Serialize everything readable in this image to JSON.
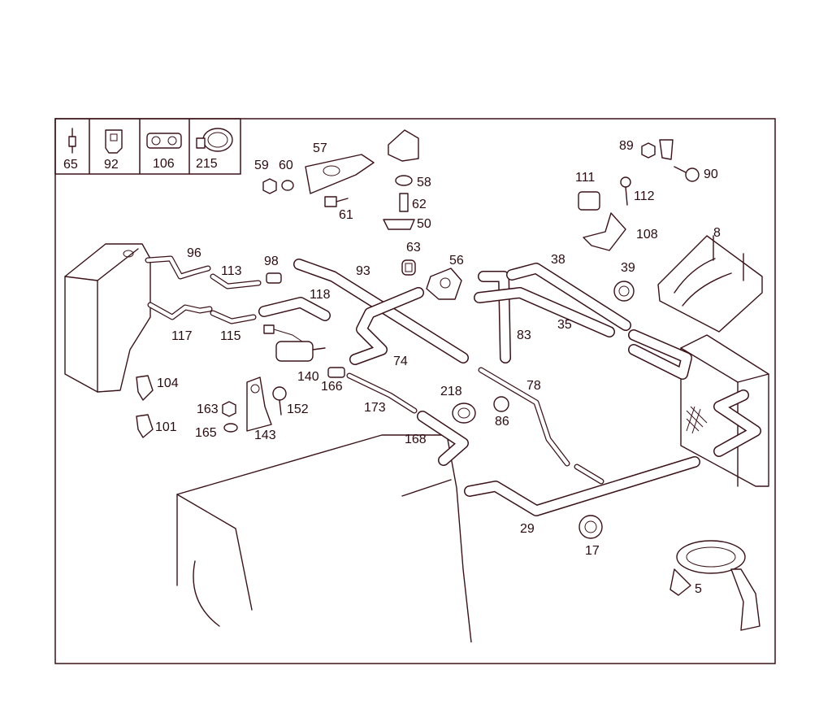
{
  "diagram": {
    "accent_color": "#3a1218",
    "legend": [
      {
        "id": "65",
        "label": "65"
      },
      {
        "id": "92",
        "label": "92"
      },
      {
        "id": "106",
        "label": "106"
      },
      {
        "id": "215",
        "label": "215"
      }
    ],
    "parts": {
      "p5": "5",
      "p8": "8",
      "p17": "17",
      "p29": "29",
      "p35": "35",
      "p38": "38",
      "p39": "39",
      "p50": "50",
      "p56": "56",
      "p57": "57",
      "p58": "58",
      "p59": "59",
      "p60": "60",
      "p61": "61",
      "p62": "62",
      "p63": "63",
      "p74": "74",
      "p78": "78",
      "p83": "83",
      "p86": "86",
      "p89": "89",
      "p90": "90",
      "p93": "93",
      "p96": "96",
      "p98": "98",
      "p101": "101",
      "p104": "104",
      "p108": "108",
      "p111": "111",
      "p112": "112",
      "p113": "113",
      "p115": "115",
      "p117": "117",
      "p118": "118",
      "p140": "140",
      "p143": "143",
      "p152": "152",
      "p163": "163",
      "p165": "165",
      "p166": "166",
      "p168": "168",
      "p173": "173",
      "p218": "218"
    }
  }
}
